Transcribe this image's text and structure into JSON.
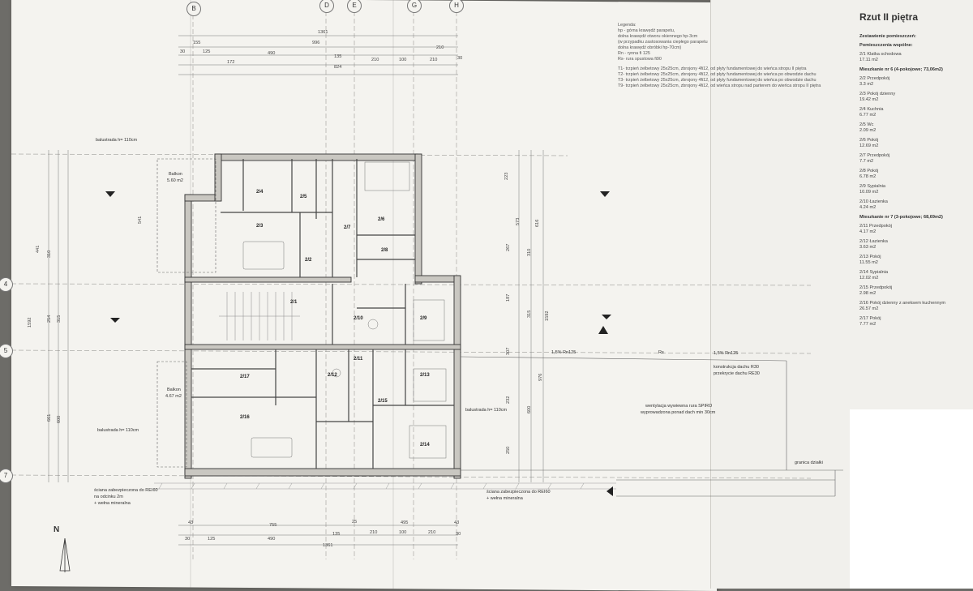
{
  "title": "Rzut II piętra",
  "summary": {
    "heading": "Zestawienie pomieszczeń:",
    "common_heading": "Pomieszczenia wspólne:",
    "common": [
      {
        "id": "2/1",
        "name": "Klatka schodowa",
        "area": "17.11 m2"
      }
    ],
    "apt6_heading": "Mieszkanie nr 6 (4-pokojowe; 73,06m2)",
    "apt6": [
      {
        "id": "2/2",
        "name": "Przedpokój",
        "area": "3.3 m2"
      },
      {
        "id": "2/3",
        "name": "Pokój dzienny",
        "area": "19.42 m2"
      },
      {
        "id": "2/4",
        "name": "Kuchnia",
        "area": "6.77 m2"
      },
      {
        "id": "2/5",
        "name": "Wc",
        "area": "2.09 m2"
      },
      {
        "id": "2/6",
        "name": "Pokój",
        "area": "12.69 m2"
      },
      {
        "id": "2/7",
        "name": "Przedpokój",
        "area": "7.7 m2"
      },
      {
        "id": "2/8",
        "name": "Pokój",
        "area": "6.78 m2"
      },
      {
        "id": "2/9",
        "name": "Sypialnia",
        "area": "10.09 m2"
      },
      {
        "id": "2/10",
        "name": "Łazienka",
        "area": "4.24 m2"
      }
    ],
    "apt7_heading": "Mieszkanie nr 7 (3-pokojowe; 68,69m2)",
    "apt7": [
      {
        "id": "2/11",
        "name": "Przedpokój",
        "area": "4.17 m2"
      },
      {
        "id": "2/12",
        "name": "Łazienka",
        "area": "3.63 m2"
      },
      {
        "id": "2/13",
        "name": "Pokój",
        "area": "11.55 m2"
      },
      {
        "id": "2/14",
        "name": "Sypialnia",
        "area": "12.02 m2"
      },
      {
        "id": "2/15",
        "name": "Przedpokój",
        "area": "2.98 m2"
      },
      {
        "id": "2/16",
        "name": "Pokój dzienny z aneksem kuchennym",
        "area": "26.57 m2"
      },
      {
        "id": "2/17",
        "name": "Pokój",
        "area": "7.77 m2"
      }
    ]
  },
  "legend": [
    "Legenda:",
    "hp - górna krawędź parapetu,",
    "dolna krawędź otworu okiennego hp-3cm",
    "(w przypadku zastosowania ciepłego parapetu",
    "dolna krawędź obróbki hp-70cm)",
    "Rn - rynna fi 125",
    "Rs- rura spustowa fi90",
    "T1- trzpień żelbetowy 25x25cm, zbrojony 4fi12, od płyty fundamentowej do wieńca stropu II piętra",
    "T2- trzpień żelbetowy 25x25cm, zbrojony 4fi12, od płyty fundamentowej do wieńca po obwodzie dachu",
    "T3- trzpień żelbetowy 25x25cm, zbrojony 4fi12, od płyty fundamentowej do wieńca po obwodzie dachu",
    "T9- trzpień żelbetowy 25x25cm, zbrojony 4fi12, od wieńca stropu nad parterem do wieńca stropu II piętra"
  ],
  "axes": {
    "top": [
      "B",
      "D",
      "E",
      "G",
      "H"
    ],
    "left": [
      "4",
      "5",
      "7"
    ]
  },
  "dims_top": {
    "overall": "1361",
    "row2": [
      "155",
      "996",
      "210"
    ],
    "row3": [
      "30",
      "125",
      "490",
      "135",
      "210",
      "100",
      "210",
      "30"
    ],
    "row4": [
      "172",
      "824"
    ]
  },
  "dims_bottom": {
    "row1": [
      "43",
      "755",
      "25",
      "495",
      "43"
    ],
    "row2": [
      "30",
      "125",
      "490",
      "135",
      "210",
      "100",
      "210",
      "30"
    ],
    "overall": "1361"
  },
  "dims_left": [
    "441",
    "1592",
    "661",
    "541",
    "310",
    "600",
    "254",
    "315"
  ],
  "dims_right": [
    "223",
    "573",
    "616",
    "310",
    "267",
    "187",
    "315",
    "1592",
    "976",
    "307",
    "232",
    "600",
    "250"
  ],
  "room_labels": [
    "2/1",
    "2/2",
    "2/3",
    "2/4",
    "2/5",
    "2/6",
    "2/7",
    "2/8",
    "2/9",
    "2/10",
    "2/11",
    "2/12",
    "2/13",
    "2/14",
    "2/15",
    "2/16",
    "2/17"
  ],
  "notes": {
    "balcony1": "Balkon",
    "balcony1_area": "5.60 m2",
    "balcony2": "Balkon",
    "balcony2_area": "4.67 m2",
    "balustrade": "balustrada h= 110cm",
    "wall_note": "ściana zabezpieczona do REI60",
    "wall_note2": "na odcinku 2m",
    "wall_note3": "+ wełna mineralna",
    "roof": "konstrukcja dachu R30",
    "roof2": "przekrycie dachu RE30",
    "roof_exit": "wentylacja wywiewna rura SPIRO",
    "roof_exit2": "wyprowadzona ponad dach min 30cm",
    "border": "granica działki",
    "slope1": "1,5% Rn125",
    "slope2": "1,5% Rn125",
    "rs": "Rs"
  },
  "north": "N"
}
